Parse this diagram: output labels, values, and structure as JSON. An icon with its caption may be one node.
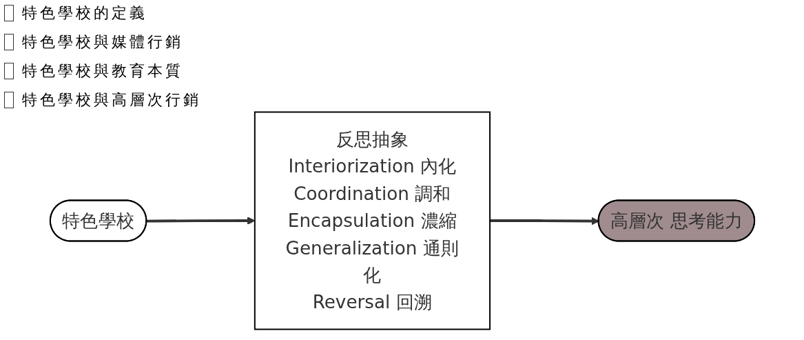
{
  "diagram": {
    "nodes": [
      {
        "text": [
          "特色學校"
        ]
      },
      {
        "text": [
          "反思抽象",
          "Interiorization 內化",
          "Coordination 調和",
          "Encapsulation 濃縮",
          "Generalization 通則化",
          "Reversal 回溯"
        ]
      },
      {
        "text": [
          "高層次 思考能力"
        ]
      }
    ],
    "edges": [
      {
        "from": 0,
        "to": 1,
        "arrow": "to"
      },
      {
        "from": 1,
        "to": 2,
        "arrow": "to"
      }
    ],
    "labels": [
      "特色學校的定義",
      "特色學校與媒體行銷",
      "特色學校與教育本質",
      "特色學校與高層次行銷"
    ]
  }
}
